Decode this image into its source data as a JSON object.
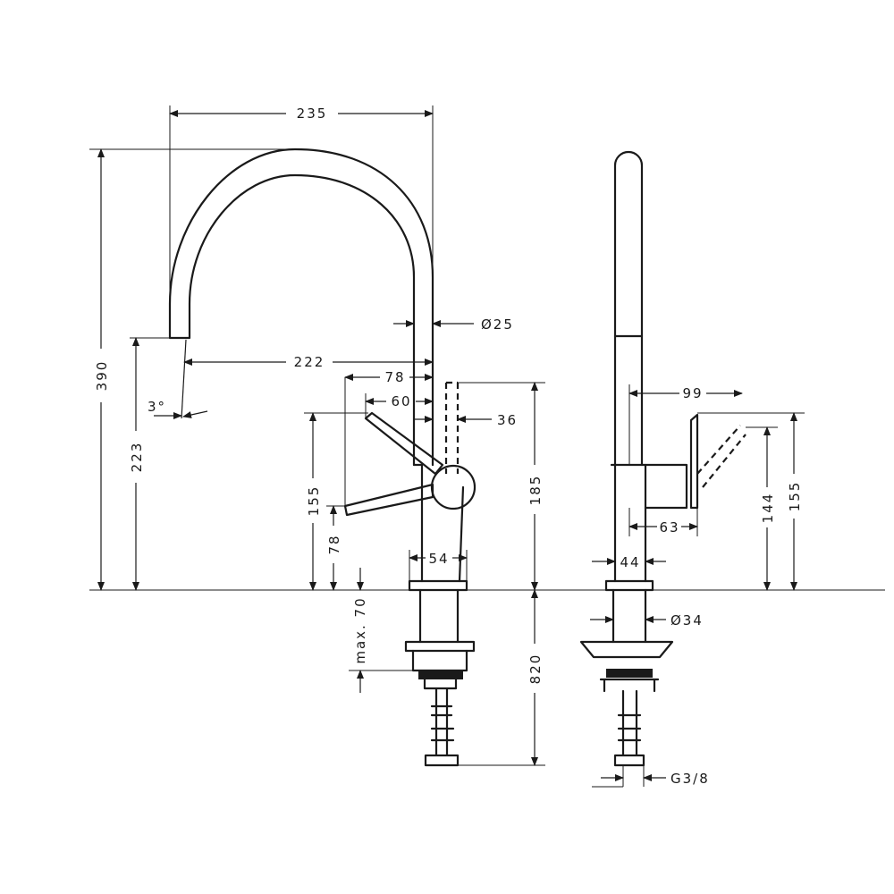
{
  "dimensions": {
    "spout_reach": "235",
    "total_height": "390",
    "pipe_diameter": "Ø25",
    "outlet_reach": "222",
    "handle_offset_78": "78",
    "handle_offset_60": "60",
    "spout_angle": "3°",
    "lever_width": "36",
    "outlet_height": "223",
    "lever_height": "155",
    "lever_low": "78",
    "body_height": "185",
    "base_width": "54",
    "counter_thickness": "max. 70",
    "hose_length": "820",
    "side_handle_reach": "99",
    "side_height_144": "144",
    "side_height_155": "155",
    "side_lever_depth": "63",
    "side_base_width": "44",
    "shank_diameter": "Ø34",
    "connection_thread": "G3/8"
  }
}
